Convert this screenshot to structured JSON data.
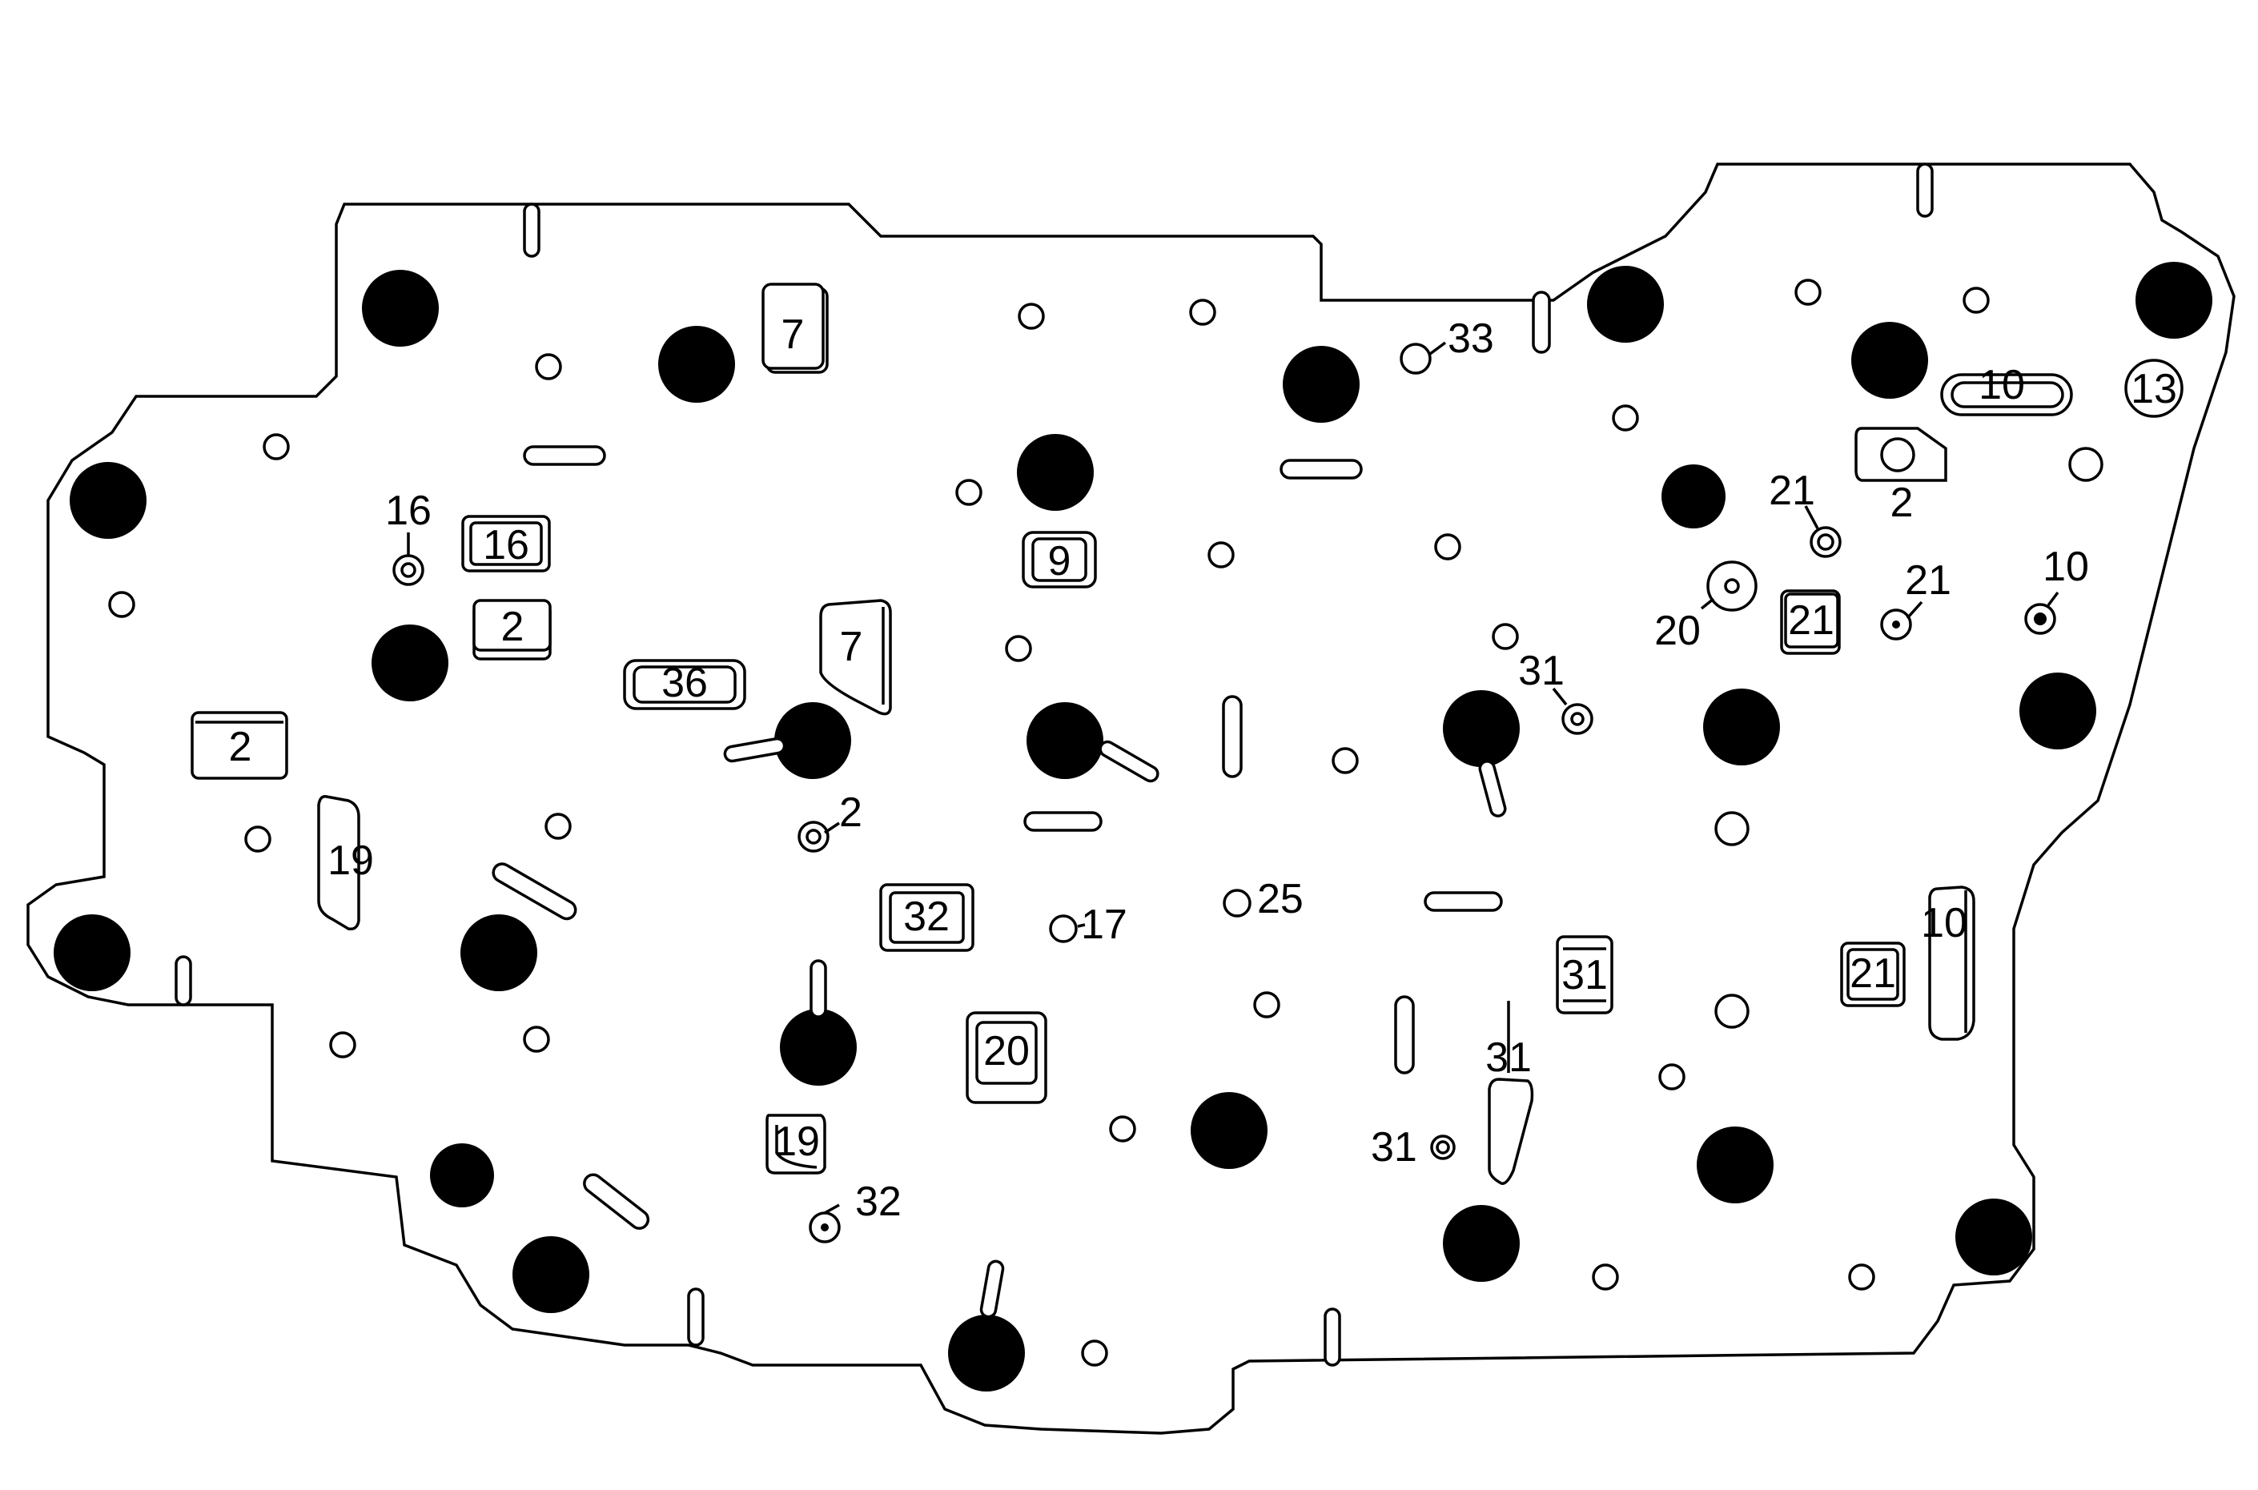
{
  "colors": {
    "background": "#ffffff",
    "ink": "#000000"
  },
  "labels": {
    "box_7a": "7",
    "box_16": "16",
    "box_2a": "2",
    "box_9": "9",
    "box_7b": "7",
    "box_36": "36",
    "box_2b": "2",
    "box_19": "19",
    "box_32": "32",
    "box_20": "20",
    "box_19b": "19",
    "box_21a": "21",
    "box_31": "31",
    "box_21b": "21",
    "box_10": "10",
    "box_13": "13",
    "callout_16": "16",
    "callout_33": "33",
    "callout_2a": "2",
    "callout_17": "17",
    "callout_25": "25",
    "callout_32": "32",
    "callout_31a": "31",
    "callout_31b": "31",
    "callout_31c": "31",
    "callout_21a": "21",
    "callout_21b": "21",
    "callout_2b": "2",
    "callout_20": "20",
    "callout_10": "10"
  }
}
